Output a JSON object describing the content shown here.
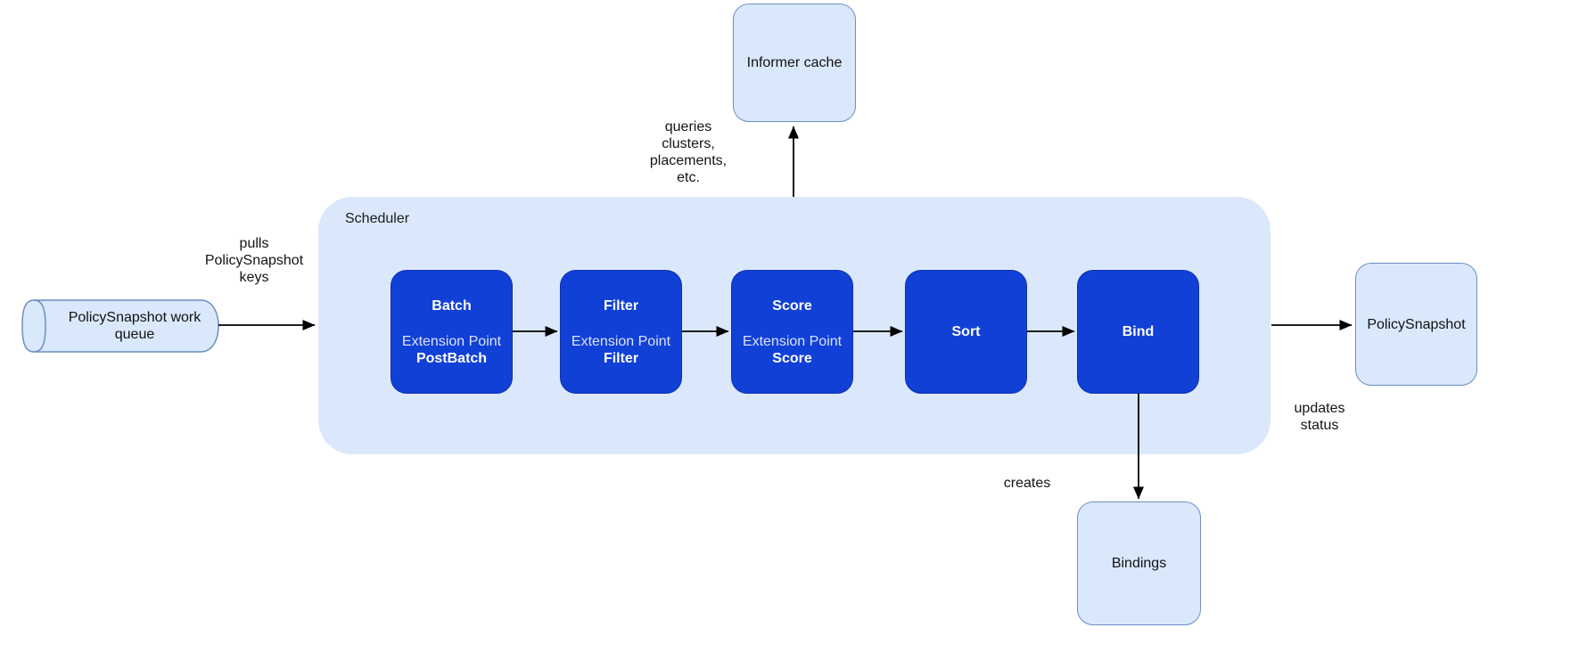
{
  "diagram": {
    "scheduler": {
      "label": "Scheduler"
    },
    "stages": [
      {
        "title": "Batch",
        "ep": "Extension Point",
        "ext": "PostBatch"
      },
      {
        "title": "Filter",
        "ep": "Extension Point",
        "ext": "Filter"
      },
      {
        "title": "Score",
        "ep": "Extension Point",
        "ext": "Score"
      },
      {
        "title": "Sort",
        "ep": "",
        "ext": ""
      },
      {
        "title": "Bind",
        "ep": "",
        "ext": ""
      }
    ],
    "nodes": {
      "informer_cache": "Informer cache",
      "work_queue": "PolicySnapshot work\nqueue",
      "policy_snapshot": "PolicySnapshot",
      "bindings": "Bindings"
    },
    "edge_labels": {
      "pulls": "pulls\nPolicySnapshot\nkeys",
      "queries": "queries\nclusters,\nplacements,\netc.",
      "updates": "updates\nstatus",
      "creates": "creates"
    },
    "colors": {
      "stage_fill": "#1140d6",
      "stage_border": "#0d2fae",
      "light_fill": "#dae8fc",
      "light_border": "#6c8ebf",
      "container_fill": "#dbe8fb",
      "arrow": "#000000",
      "stage_text": "#ffffff",
      "label_text": "#141414"
    }
  }
}
